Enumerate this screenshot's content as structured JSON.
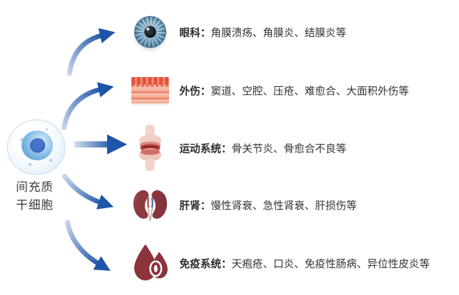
{
  "page": {
    "background": "#ffffff",
    "type": "mesenchymal-stem-cell-applications-infographic"
  },
  "source": {
    "label_line1": "间充质",
    "label_line2": "干细胞",
    "icon": "stem-cell-illustration"
  },
  "rows": [
    {
      "id": "ophthalmology",
      "icon": "eye-icon",
      "category": "眼科：",
      "items": "角膜溃疡、角膜炎、结膜炎等"
    },
    {
      "id": "trauma",
      "icon": "skin-tissue-icon",
      "category": "外伤：",
      "items": "窦道、空腔、压疮、难愈合、大面积外伤等"
    },
    {
      "id": "motor-system",
      "icon": "joint-icon",
      "category": "运动系统：",
      "items": "骨关节炎、骨愈合不良等"
    },
    {
      "id": "liver-kidney",
      "icon": "kidneys-icon",
      "category": "肝肾：",
      "items": "慢性肾衰、急性肾衰、肝损伤等"
    },
    {
      "id": "immune-system",
      "icon": "blood-drop-icon",
      "category": "免疫系统：",
      "items": "天疱疮、口炎、免疫性肠病、异位性皮炎等"
    }
  ],
  "colors": {
    "arrow_dark": "#1e55a8",
    "arrow_light": "#c6d4ea",
    "cell_nucleus": "#2e57ae",
    "cell_cytoplasm": "#8fc3e9",
    "text": "#323232",
    "organ_red": "#8d333b",
    "skin_red": "#e25240"
  }
}
